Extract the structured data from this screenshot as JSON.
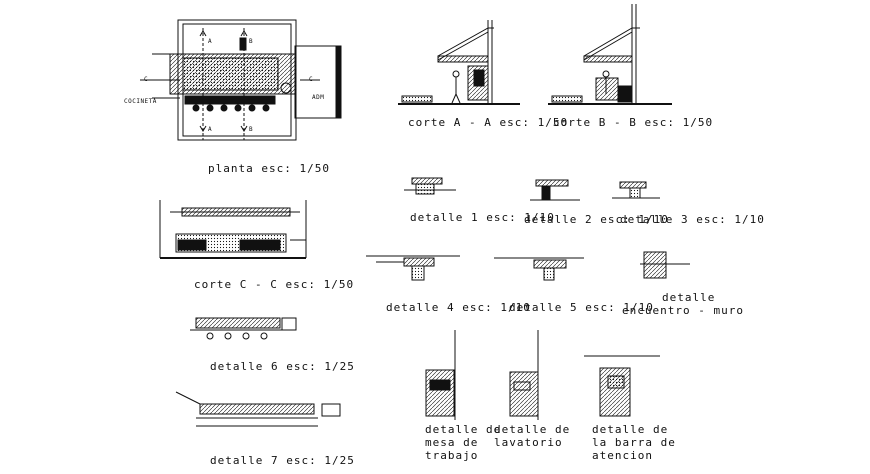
{
  "plan": {
    "title": "planta esc: 1/50",
    "label_room_left": "COCINETA",
    "label_room_right": "ADM",
    "section_marks": [
      "B",
      "B",
      "C",
      "C",
      "A",
      "A"
    ]
  },
  "sections": {
    "aa_title": "corte A - A  esc: 1/50",
    "bb_title": "corte B - B  esc: 1/50",
    "cc_title": "corte C - C  esc: 1/50"
  },
  "details": {
    "d1": "detalle 1 esc: 1/10",
    "d2": "detalle 2 esc: 1/10",
    "d3": "detalle 3 esc: 1/10",
    "d4": "detalle 4 esc: 1/10",
    "d5": "detalle 5 esc: 1/10",
    "d6": "detalle 6 esc: 1/25",
    "d7": "detalle 7 esc: 1/25",
    "encuentro_l1": "detalle",
    "encuentro_l2": "encuentro -  muro",
    "mesa_l1": "detalle de",
    "mesa_l2": "mesa de",
    "mesa_l3": "trabajo",
    "lav_l1": "detalle de",
    "lav_l2": "lavatorio",
    "barra_l1": "detalle de",
    "barra_l2": "la barra de",
    "barra_l3": "atencion"
  },
  "colors": {
    "ink": "#111111",
    "paper": "#ffffff"
  }
}
